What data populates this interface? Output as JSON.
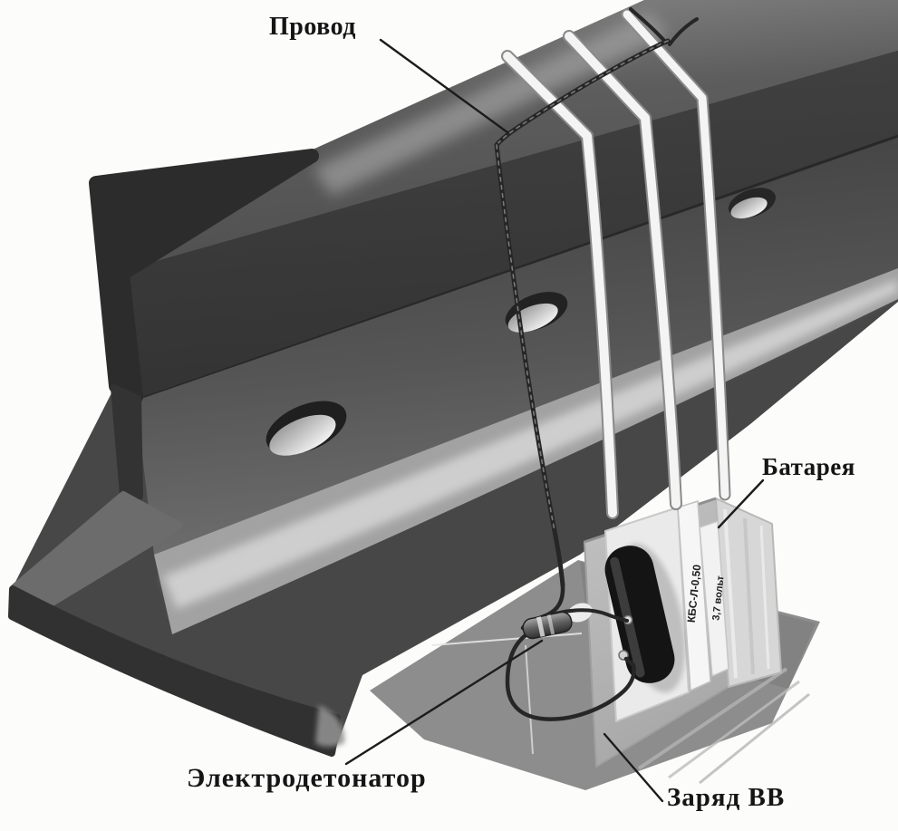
{
  "figure": {
    "kind": "labeled-illustration",
    "labels": {
      "wire": "Провод",
      "battery": "Батарея",
      "detonator": "Электродетонатор",
      "explosive_charge": "Заряд ВВ"
    },
    "battery_markings": {
      "model": "КБС-Л-0,50",
      "voltage": "3,7 вольт"
    },
    "colors": {
      "background": "#fcfcfb",
      "rail_end_dark": "#2c2c2c",
      "rail_head_side": "#3a3a3a",
      "rail_web": "#4a4a4a",
      "rail_foot_light": "#a2a2a2",
      "sleeper": "#8d8d8d",
      "strap": "#f3f3f3",
      "wire": "#262626",
      "charge_block": "#b6b6b6",
      "battery_body": "#141414",
      "label_text": "#151515"
    }
  }
}
